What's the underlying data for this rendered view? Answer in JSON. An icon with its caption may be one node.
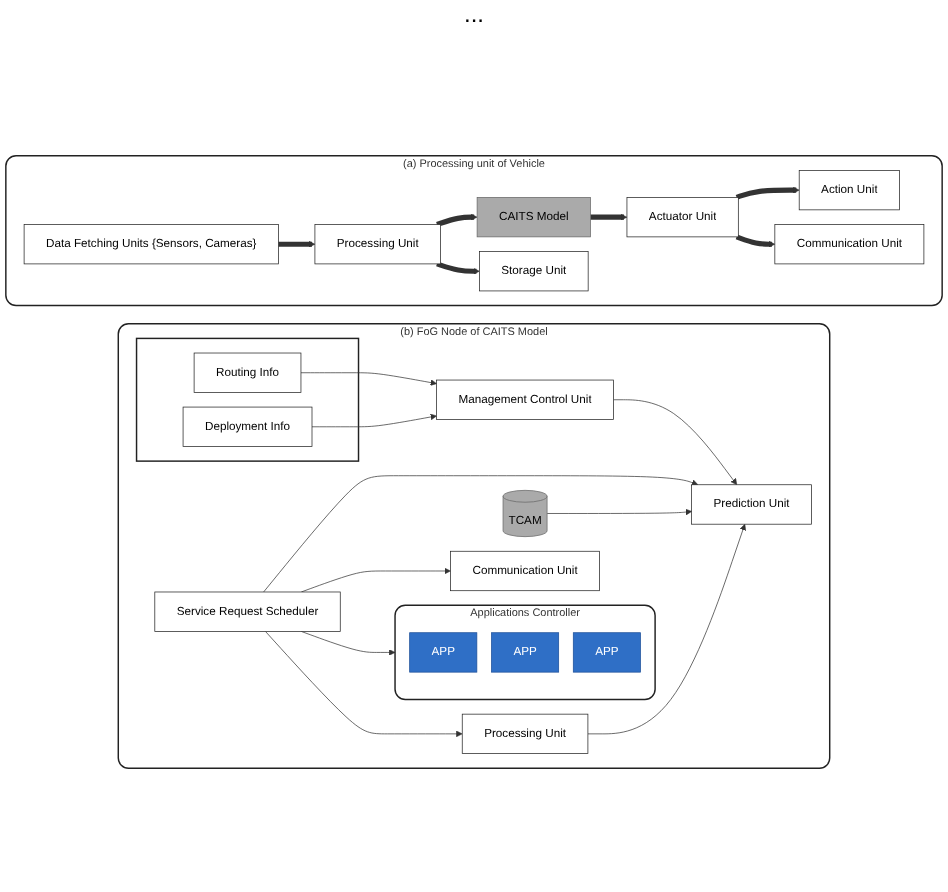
{
  "diagram": {
    "nodes": [
      {
        "text": [
          "(a) Processing unit of Vehicle"
        ]
      },
      {
        "text": [
          "Data Fetching Units {Sensors, Cameras}"
        ],
        "in": 0
      },
      {
        "text": [
          "Processing Unit"
        ],
        "in": 0
      },
      {
        "text": [
          "CAITS Model"
        ],
        "in": 0
      },
      {
        "text": [
          "Action Unit"
        ],
        "in": 0
      },
      {
        "text": [
          "Actuator Unit"
        ],
        "in": 0
      },
      {
        "text": [
          "Storage Unit"
        ],
        "in": 0
      },
      {
        "text": [
          "Communication Unit"
        ],
        "in": 0
      },
      {
        "text": [
          "(b) FoG Node of CAITS Model"
        ]
      },
      {
        "text": [
          "Applications Controller"
        ],
        "in": 8
      },
      {
        "text": [
          "APP"
        ],
        "in": 9
      },
      {
        "text": [
          "APP"
        ],
        "in": 9
      },
      {
        "text": [
          "APP"
        ],
        "in": 9
      },
      {
        "text": [],
        "shape": "box",
        "in": 8
      },
      {
        "text": [
          "Routing Info"
        ],
        "in": 13
      },
      {
        "text": [
          "Deployment Info"
        ],
        "in": 13
      },
      {
        "text": [
          "Management Control Unit"
        ],
        "in": 8
      },
      {
        "text": [
          "Service Request Scheduler"
        ],
        "in": 8
      },
      {
        "text": [
          "Prediction Unit"
        ],
        "in": 8
      },
      {
        "text": [
          "TCAM"
        ],
        "in": 8
      },
      {
        "text": [
          "Communication Unit"
        ],
        "in": 8
      },
      {
        "text": [
          "Processing Unit"
        ],
        "in": 8
      }
    ],
    "edges": [
      {
        "from": 1,
        "to": 2,
        "arrow": "to",
        "style": "thick"
      },
      {
        "from": 2,
        "to": 3,
        "arrow": "to",
        "style": "thick"
      },
      {
        "from": 2,
        "to": 6,
        "arrow": "to",
        "style": "thick"
      },
      {
        "from": 3,
        "to": 5,
        "arrow": "to",
        "style": "thick"
      },
      {
        "from": 5,
        "to": 4,
        "arrow": "to",
        "style": "thick"
      },
      {
        "from": 5,
        "to": 7,
        "arrow": "to",
        "style": "thick"
      },
      {
        "from": 17,
        "to": 9,
        "arrow": "to"
      },
      {
        "from": 14,
        "to": 16,
        "arrow": "to"
      },
      {
        "from": 15,
        "to": 16,
        "arrow": "to"
      },
      {
        "from": 16,
        "to": 18,
        "arrow": "to"
      },
      {
        "from": 17,
        "to": 18,
        "arrow": "to"
      },
      {
        "from": 19,
        "to": 18,
        "arrow": "to"
      },
      {
        "from": 21,
        "to": 18,
        "arrow": "to"
      },
      {
        "from": 17,
        "to": 20,
        "arrow": "to"
      },
      {
        "from": 17,
        "to": 21,
        "arrow": "to"
      }
    ],
    "labels": [
      "..."
    ]
  }
}
